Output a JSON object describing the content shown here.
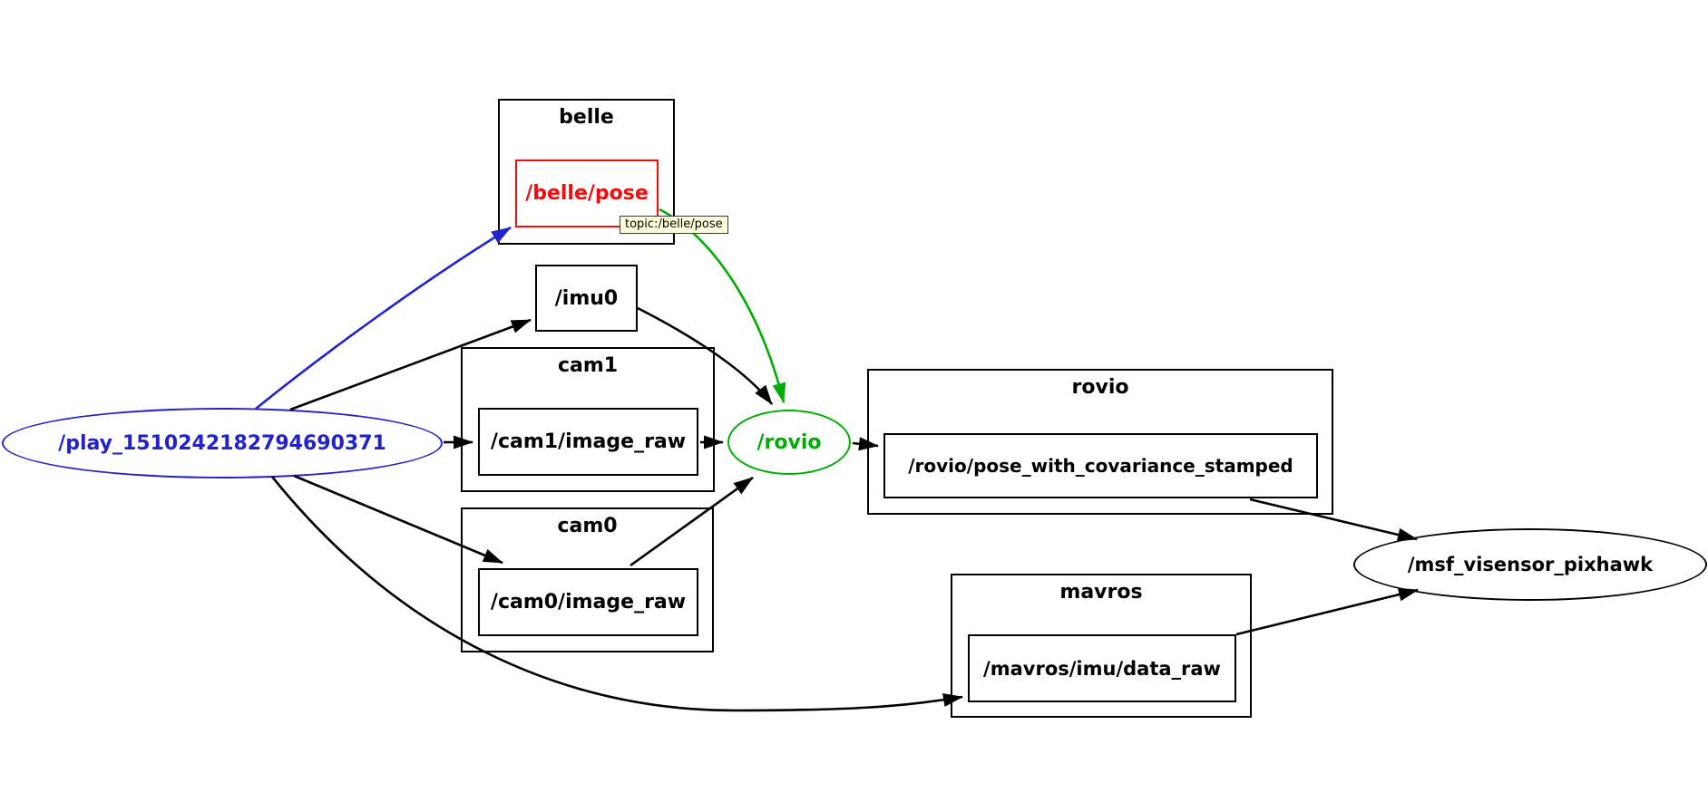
{
  "colors": {
    "background": "#ffffff",
    "selected_publisher_blue": "#2222cc",
    "selected_topic_red": "#f20c0c",
    "subscriber_green": "#00ad00",
    "edge_black": "#000000",
    "tooltip_background": "#ffffdc"
  },
  "nodes": {
    "play": {
      "label": "/play_1510242182794690371",
      "kind": "node",
      "highlight": "blue"
    },
    "imu0": {
      "label": "/imu0",
      "kind": "topic"
    },
    "rovio": {
      "label": "/rovio",
      "kind": "node",
      "highlight": "green"
    },
    "msf": {
      "label": "/msf_visensor_pixhawk",
      "kind": "node"
    }
  },
  "namespaces": {
    "belle": {
      "title": "belle",
      "topic_label": "/belle/pose",
      "topic_highlight": "red"
    },
    "cam1": {
      "title": "cam1",
      "topic_label": "/cam1/image_raw"
    },
    "cam0": {
      "title": "cam0",
      "topic_label": "/cam0/image_raw"
    },
    "rovio": {
      "title": "rovio",
      "topic_label": "/rovio/pose_with_covariance_stamped"
    },
    "mavros": {
      "title": "mavros",
      "topic_label": "/mavros/imu/data_raw"
    }
  },
  "tooltip": {
    "text": "topic:/belle/pose"
  },
  "edges": [
    {
      "from": "/play_1510242182794690371",
      "to": "/belle/pose",
      "color": "blue"
    },
    {
      "from": "/play_1510242182794690371",
      "to": "/imu0",
      "color": "black"
    },
    {
      "from": "/play_1510242182794690371",
      "to": "/cam1/image_raw",
      "color": "black"
    },
    {
      "from": "/play_1510242182794690371",
      "to": "/cam0/image_raw",
      "color": "black"
    },
    {
      "from": "/play_1510242182794690371",
      "to": "/mavros/imu/data_raw",
      "color": "black"
    },
    {
      "from": "/belle/pose",
      "to": "/rovio",
      "color": "green"
    },
    {
      "from": "/imu0",
      "to": "/rovio",
      "color": "black"
    },
    {
      "from": "/cam1/image_raw",
      "to": "/rovio",
      "color": "black"
    },
    {
      "from": "/cam0/image_raw",
      "to": "/rovio",
      "color": "black"
    },
    {
      "from": "/rovio",
      "to": "/rovio/pose_with_covariance_stamped",
      "color": "black"
    },
    {
      "from": "/rovio/pose_with_covariance_stamped",
      "to": "/msf_visensor_pixhawk",
      "color": "black"
    },
    {
      "from": "/mavros/imu/data_raw",
      "to": "/msf_visensor_pixhawk",
      "color": "black"
    }
  ]
}
